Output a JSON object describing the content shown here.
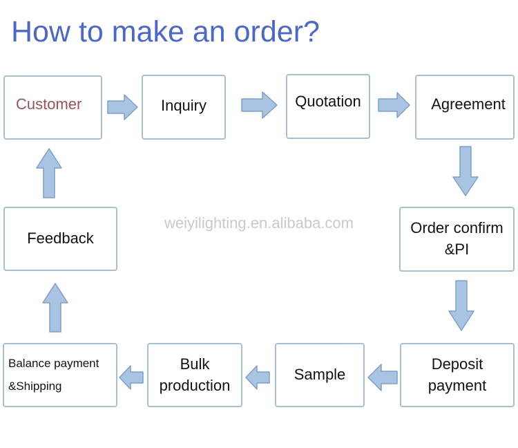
{
  "title": "How to make an order?",
  "watermark": "weiyilighting.en.alibaba.com",
  "colors": {
    "title": "#4a67c9",
    "customer_text": "#9a5258",
    "box_border": "#a8bfd2",
    "arrow_fill": "#a9c4e3",
    "arrow_stroke": "#7f9fc4"
  },
  "steps": {
    "customer": "Customer",
    "inquiry": "Inquiry",
    "quotation": "Quotation",
    "agreement": "Agreement",
    "order_confirm": "Order confirm\n&PI",
    "deposit": "Deposit\npayment",
    "sample": "Sample",
    "bulk": "Bulk\nproduction",
    "balance": "Balance payment\n&Shipping",
    "feedback": "Feedback"
  }
}
